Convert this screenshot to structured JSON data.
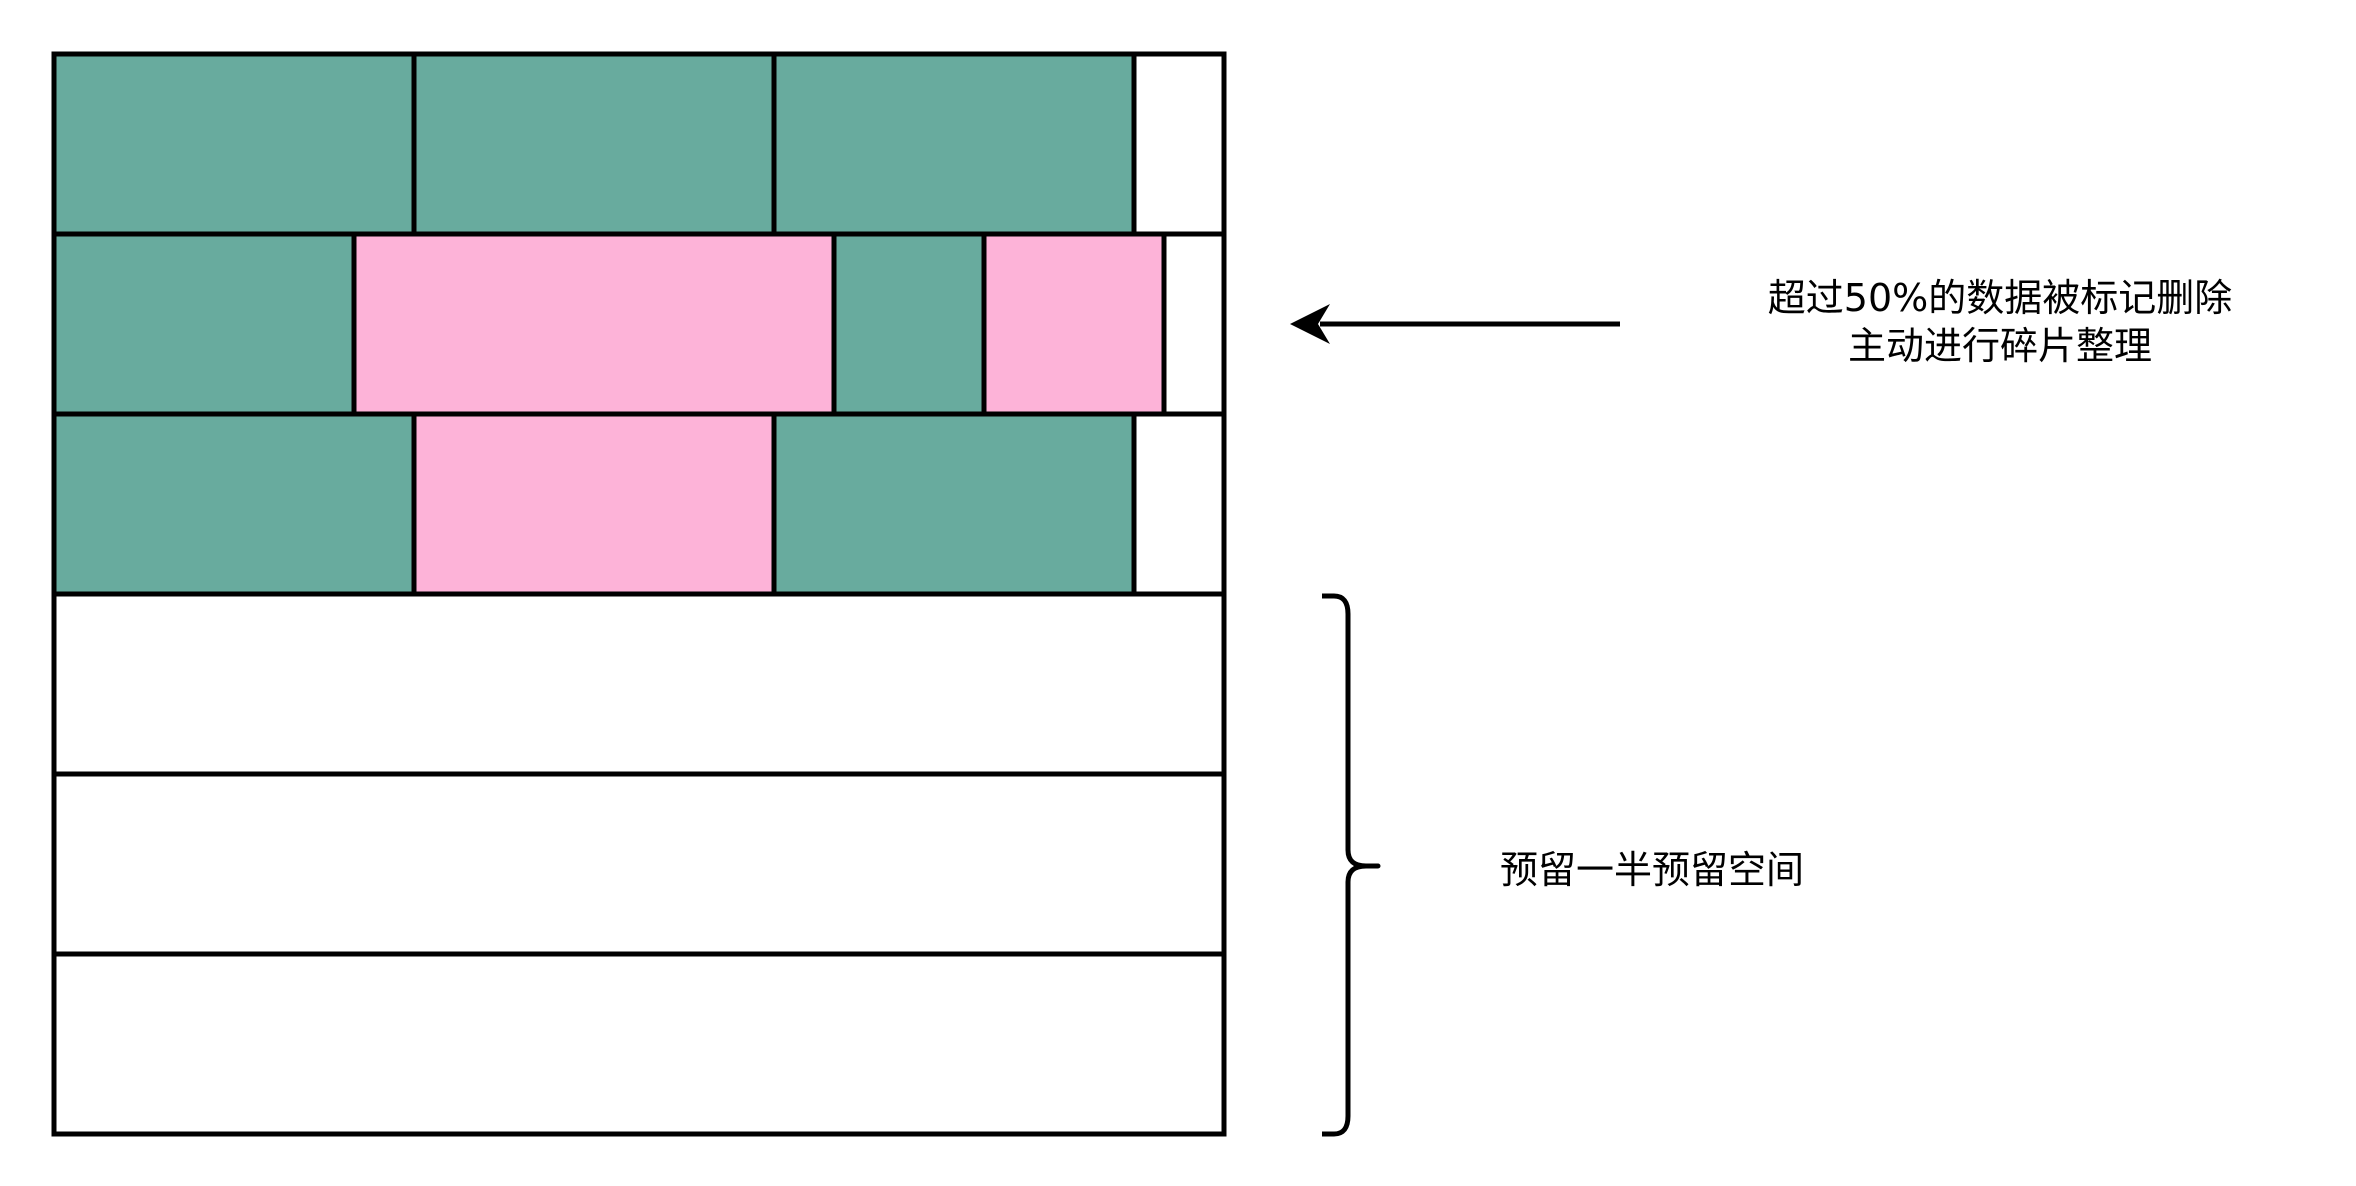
{
  "colors": {
    "data_block": "#68ab9e",
    "deleted_block": "#fdb3d8",
    "empty": "#ffffff",
    "stroke": "#000000"
  },
  "rows": [
    {
      "blocks": [
        {
          "state": "data",
          "units": 2.4
        },
        {
          "state": "data",
          "units": 2.4
        },
        {
          "state": "data",
          "units": 2.4
        },
        {
          "state": "empty",
          "units": 0.6
        }
      ]
    },
    {
      "blocks": [
        {
          "state": "data",
          "units": 2.0
        },
        {
          "state": "deleted",
          "units": 3.2
        },
        {
          "state": "data",
          "units": 1.0
        },
        {
          "state": "deleted",
          "units": 1.2
        },
        {
          "state": "empty",
          "units": 0.4
        }
      ]
    },
    {
      "blocks": [
        {
          "state": "data",
          "units": 2.4
        },
        {
          "state": "deleted",
          "units": 2.4
        },
        {
          "state": "data",
          "units": 2.4
        },
        {
          "state": "empty",
          "units": 0.6
        }
      ]
    },
    {
      "blocks": [
        {
          "state": "empty",
          "units": 7.8
        }
      ]
    },
    {
      "blocks": [
        {
          "state": "empty",
          "units": 7.8
        }
      ]
    },
    {
      "blocks": [
        {
          "state": "empty",
          "units": 7.8
        }
      ]
    }
  ],
  "annotations": {
    "defrag_line1": "超过50%的数据被标记删除",
    "defrag_line2": "主动进行碎片整理",
    "reserve": "预留一半预留空间"
  }
}
